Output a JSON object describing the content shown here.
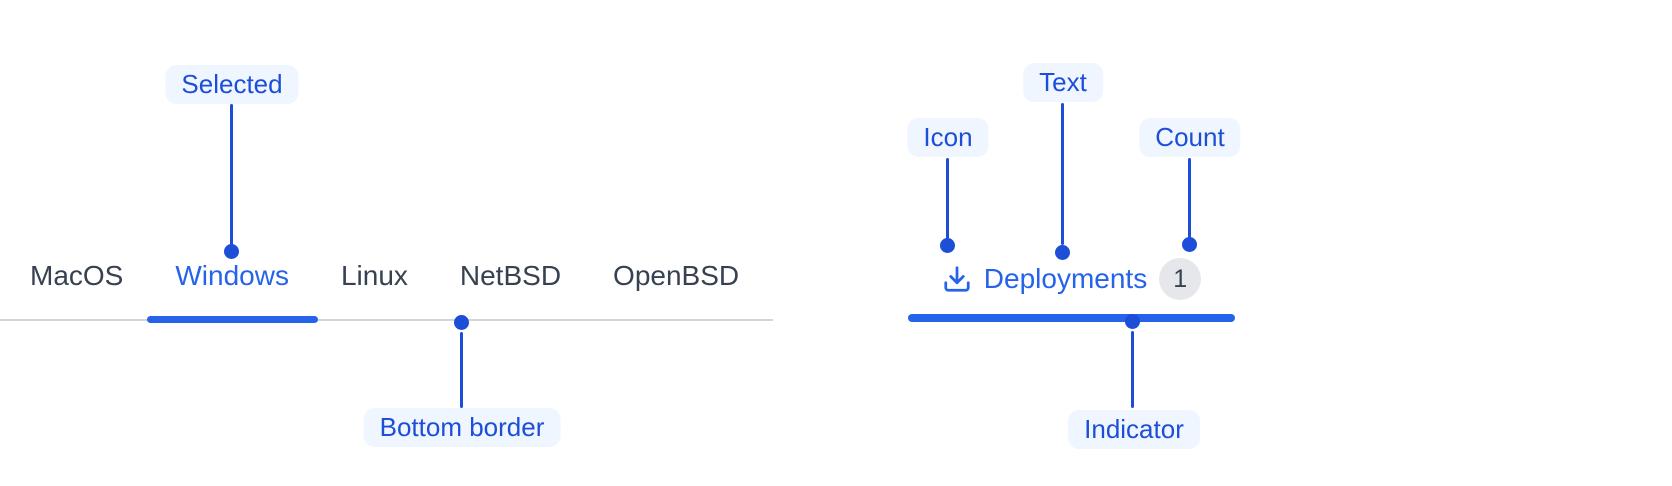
{
  "colors": {
    "accent_blue": "#2563eb",
    "annotation_blue": "#1d4ed8",
    "annotation_bg": "#eff6ff",
    "inactive_tab_text": "#374151",
    "bottom_border_gray": "#d1d5db",
    "badge_bg": "#e5e7eb",
    "badge_text": "#374151"
  },
  "tabs_example": {
    "items": [
      {
        "label": "MacOS",
        "selected": false
      },
      {
        "label": "Windows",
        "selected": true
      },
      {
        "label": "Linux",
        "selected": false
      },
      {
        "label": "NetBSD",
        "selected": false
      },
      {
        "label": "OpenBSD",
        "selected": false
      }
    ],
    "annotations": {
      "selected": "Selected",
      "bottom_border": "Bottom border"
    }
  },
  "deployment_tab_example": {
    "icon": "download-icon",
    "label": "Deployments",
    "count": "1",
    "annotations": {
      "icon": "Icon",
      "text": "Text",
      "count": "Count",
      "indicator": "Indicator"
    }
  }
}
